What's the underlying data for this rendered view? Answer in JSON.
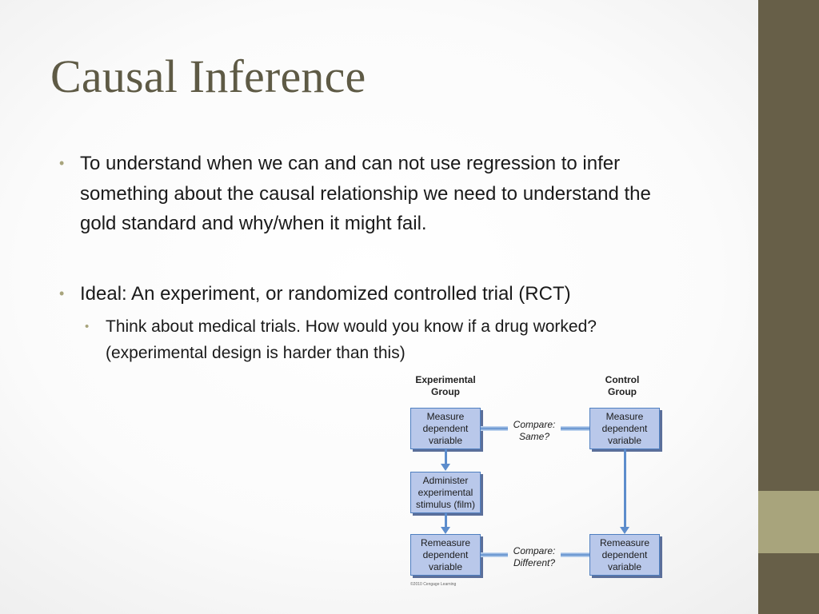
{
  "slide": {
    "title": "Causal Inference",
    "bullets": {
      "b1": "To understand when we can and can not use regression to infer something about the causal relationship we need to understand the gold standard and why/when it might fail.",
      "b2": "Ideal:  An experiment, or randomized controlled trial (RCT)",
      "b2_sub": "Think about medical trials. How would you know if a drug worked? (experimental design is harder than this)"
    },
    "colors": {
      "sidebar": "#675f48",
      "sidebar_accent": "#a8a47c",
      "title": "#5e5a45",
      "box_fill": "#b9c8ea",
      "box_border": "#4f7fc0"
    }
  },
  "diagram": {
    "experimental_header": "Experimental\nGroup",
    "control_header": "Control\nGroup",
    "exp_measure": "Measure\ndependent\nvariable",
    "exp_administer": "Administer\nexperimental\nstimulus (film)",
    "exp_remeasure": "Remeasure\ndependent\nvariable",
    "ctl_measure": "Measure\ndependent\nvariable",
    "ctl_remeasure": "Remeasure\ndependent\nvariable",
    "compare_same": "Compare:\nSame?",
    "compare_different": "Compare:\nDifferent?",
    "credit": "©2010 Cengage Learning"
  }
}
